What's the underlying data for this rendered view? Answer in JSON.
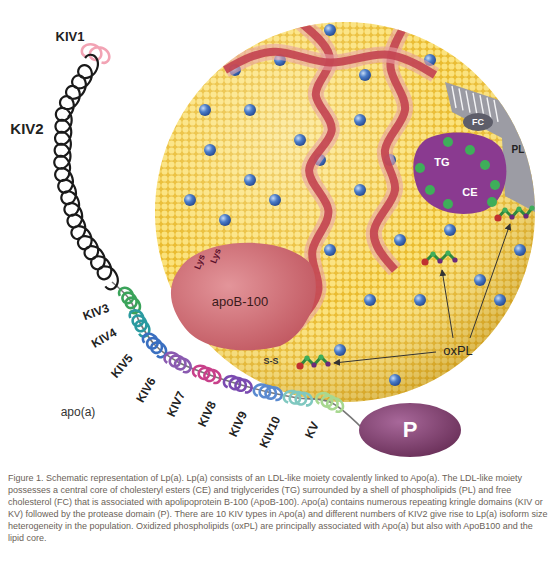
{
  "diagram": {
    "caption": "Figure 1. Schematic representation of Lp(a). Lp(a) consists of an LDL-like moiety covalently linked to Apo(a). The LDL-like moiety possesses a central core of cholesteryl esters (CE) and triglycerides (TG) surrounded by a shell of phospholipids (PL) and free cholesterol (FC) that is associated with apolipoprotein B-100 (ApoB-100). Apo(a) contains numerous repeating kringle domains (KIV or KV) followed by the protease domain (P). There are 10 KIV types in Apo(a) and different numbers of KIV2 give rise to Lp(a) isoform size heterogeneity in the population. Oxidized phospholipids (oxPL) are principally associated with Apo(a) but also with ApoB100 and the lipid core.",
    "nodes": [
      {
        "text": [
          "apoB-100"
        ]
      },
      {
        "text": [
          "P"
        ]
      }
    ],
    "labels": [
      "KIV1",
      "KIV2",
      "KIV3",
      "KIV4",
      "KIV5",
      "KIV6",
      "KIV7",
      "KIV8",
      "KIV9",
      "KIV10",
      "KV",
      "apo(a)",
      "Lys",
      "Lys",
      "S-S",
      "FC",
      "PL",
      "TG",
      "CE",
      "oxPL"
    ]
  }
}
